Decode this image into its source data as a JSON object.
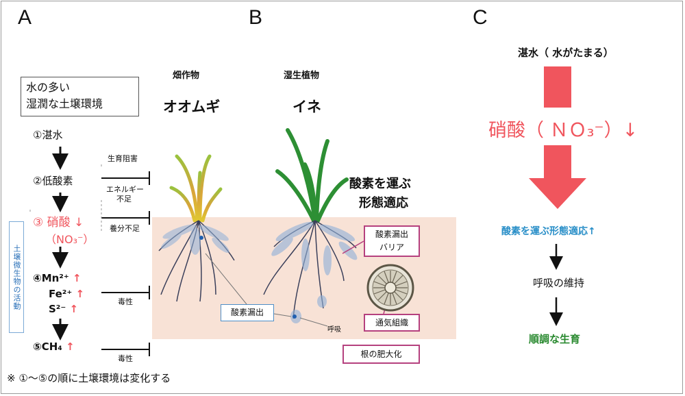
{
  "panel_a": {
    "letter": "A",
    "env_box": [
      "水の多い",
      "湿潤な土壌環境"
    ],
    "steps": {
      "s1": "①湛水",
      "s2": "②低酸素",
      "s3a": "③ 硝酸 ↓",
      "s3b": "（NO₃⁻）",
      "s4a": "④Mn²⁺",
      "s4b": "Fe²⁺",
      "s4c": "S²⁻",
      "s5": "⑤CH₄"
    },
    "up_arrow": "↑",
    "side_label": "土壌微生物の活動",
    "inhibitions": {
      "growth": "生育阻害",
      "energy": [
        "エネルギー",
        "不足"
      ],
      "nutrient": "養分不足",
      "toxic1": "毒性",
      "toxic2": "毒性"
    },
    "footnote": "※ ①〜⑤の順に土壌環境は変化する"
  },
  "panel_b": {
    "letter": "B",
    "upland": {
      "category": "畑作物",
      "name": "オオムギ"
    },
    "wetland": {
      "category": "湿生植物",
      "name": "イネ"
    },
    "adaptation_title": [
      "酸素を運ぶ",
      "形態適応"
    ],
    "labels": {
      "barrier": [
        "酸素漏出",
        "バリア"
      ],
      "aerenchyma": "通気組織",
      "root_thickening": "根の肥大化",
      "oxygen_leak": "酸素漏出",
      "respiration": "呼吸"
    }
  },
  "panel_c": {
    "letter": "C",
    "top": "湛水（ 水がたまる）",
    "nitrate": "硝酸（ ＮＯ₃⁻）↓",
    "adapt": "酸素を運ぶ形態適応↑",
    "respiration": "呼吸の維持",
    "growth": "順調な生育"
  },
  "colors": {
    "soil": "#f8e2d6",
    "nitrate_red": "#f0555d",
    "adapt_blue": "#2a8fc8",
    "growth_green": "#2a8a30",
    "label_box_border": "#b5407e",
    "rice_green": "#2d8f34",
    "root_blue": "#8fb0d8"
  }
}
